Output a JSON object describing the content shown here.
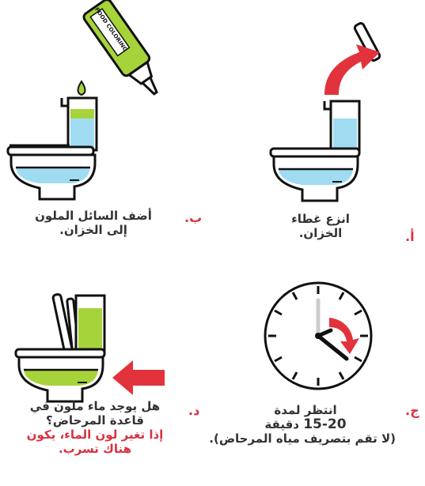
{
  "steps": {
    "a": {
      "letter": "أ.",
      "line1": "انزع غطاء",
      "line2": "الخزان."
    },
    "b": {
      "letter": "ب.",
      "line1": "أضف السائل الملون",
      "line2": "إلى الخزان.",
      "bottle_label": "FOOD COLORING"
    },
    "c": {
      "letter": "ج.",
      "line1": "انتظر لمدة",
      "line2_number": "15-20",
      "line2_unit": "دقيقة",
      "line3": "(لا تقم بتصريف مياه المرحاض)."
    },
    "d": {
      "letter": "د.",
      "line1": "هل يوجد ماء ملون في",
      "line2": "قاعدة المرحاض؟",
      "line3": "إذا تغير لون الماء، يكون",
      "line4": "هناك تسرب."
    }
  },
  "colors": {
    "water_blue": "#9fdcf2",
    "dye_green": "#a6d33a",
    "accent_red": "#e2323c",
    "outline": "#111111"
  },
  "icons": [
    "arrow-icon",
    "food-coloring-bottle-icon",
    "toilet-icon",
    "clock-icon"
  ]
}
